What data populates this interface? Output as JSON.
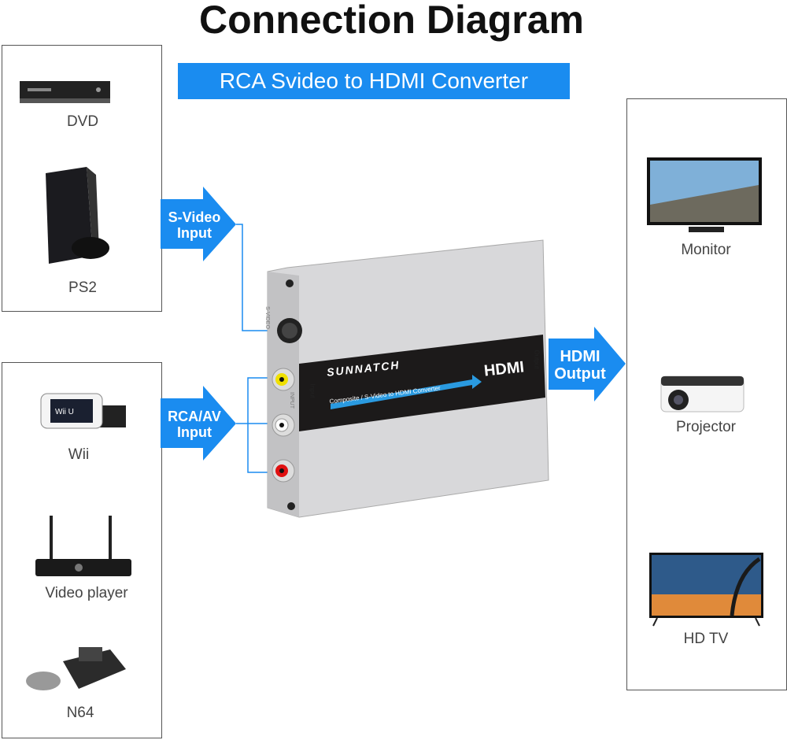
{
  "title": "Connection Diagram",
  "subtitle": "RCA Svideo to HDMI Converter",
  "inputs_top": [
    {
      "label": "DVD",
      "icon": "dvd-player-icon"
    },
    {
      "label": "PS2",
      "icon": "ps2-console-icon"
    }
  ],
  "inputs_bottom": [
    {
      "label": "Wii",
      "icon": "wii-console-icon"
    },
    {
      "label": "Video player",
      "icon": "video-player-icon"
    },
    {
      "label": "N64",
      "icon": "n64-console-icon"
    }
  ],
  "outputs": [
    {
      "label": "Monitor",
      "icon": "monitor-icon"
    },
    {
      "label": "Projector",
      "icon": "projector-icon"
    },
    {
      "label": "HD TV",
      "icon": "tv-icon"
    }
  ],
  "arrows": {
    "svideo": [
      "S-Video",
      "Input"
    ],
    "rca": [
      "RCA/AV",
      "Input"
    ],
    "hdmi": [
      "HDMI",
      "Output"
    ]
  },
  "device": {
    "brand": "SUNNATCH",
    "band_text": "Composite / S-Video to HDMI Converter",
    "logo": "HDMI",
    "input_label": "Input",
    "output_label": "Output",
    "side_labels": [
      "S-VIDEO",
      "INPUT"
    ]
  },
  "colors": {
    "accent": "#1a8cf0",
    "band": "#1c1a1a",
    "body": "#d8d8da"
  }
}
